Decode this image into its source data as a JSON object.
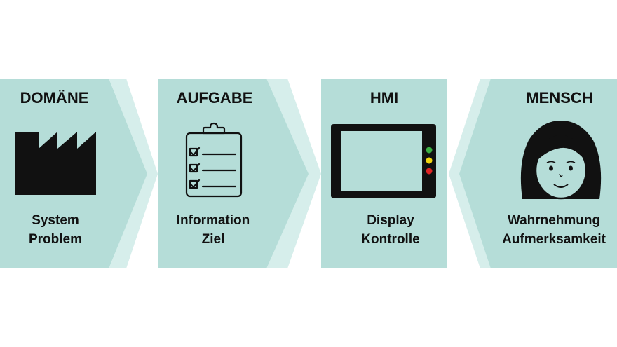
{
  "stages": [
    {
      "title": "DOMÄNE",
      "lines": [
        "System",
        "Problem"
      ],
      "icon": "factory-icon"
    },
    {
      "title": "AUFGABE",
      "lines": [
        "Information",
        "Ziel"
      ],
      "icon": "clipboard-checklist-icon"
    },
    {
      "title": "HMI",
      "lines": [
        "Display",
        "Kontrolle"
      ],
      "icon": "display-panel-icon"
    },
    {
      "title": "MENSCH",
      "lines": [
        "Wahrnehmung",
        "Aufmerksamkeit"
      ],
      "icon": "person-face-icon"
    }
  ],
  "colors": {
    "panel": "#b5ddd8",
    "arrow": "#d6eeeb",
    "ink": "#111111",
    "led_green": "#3cb043",
    "led_yellow": "#f2d50f",
    "led_red": "#e02424"
  }
}
